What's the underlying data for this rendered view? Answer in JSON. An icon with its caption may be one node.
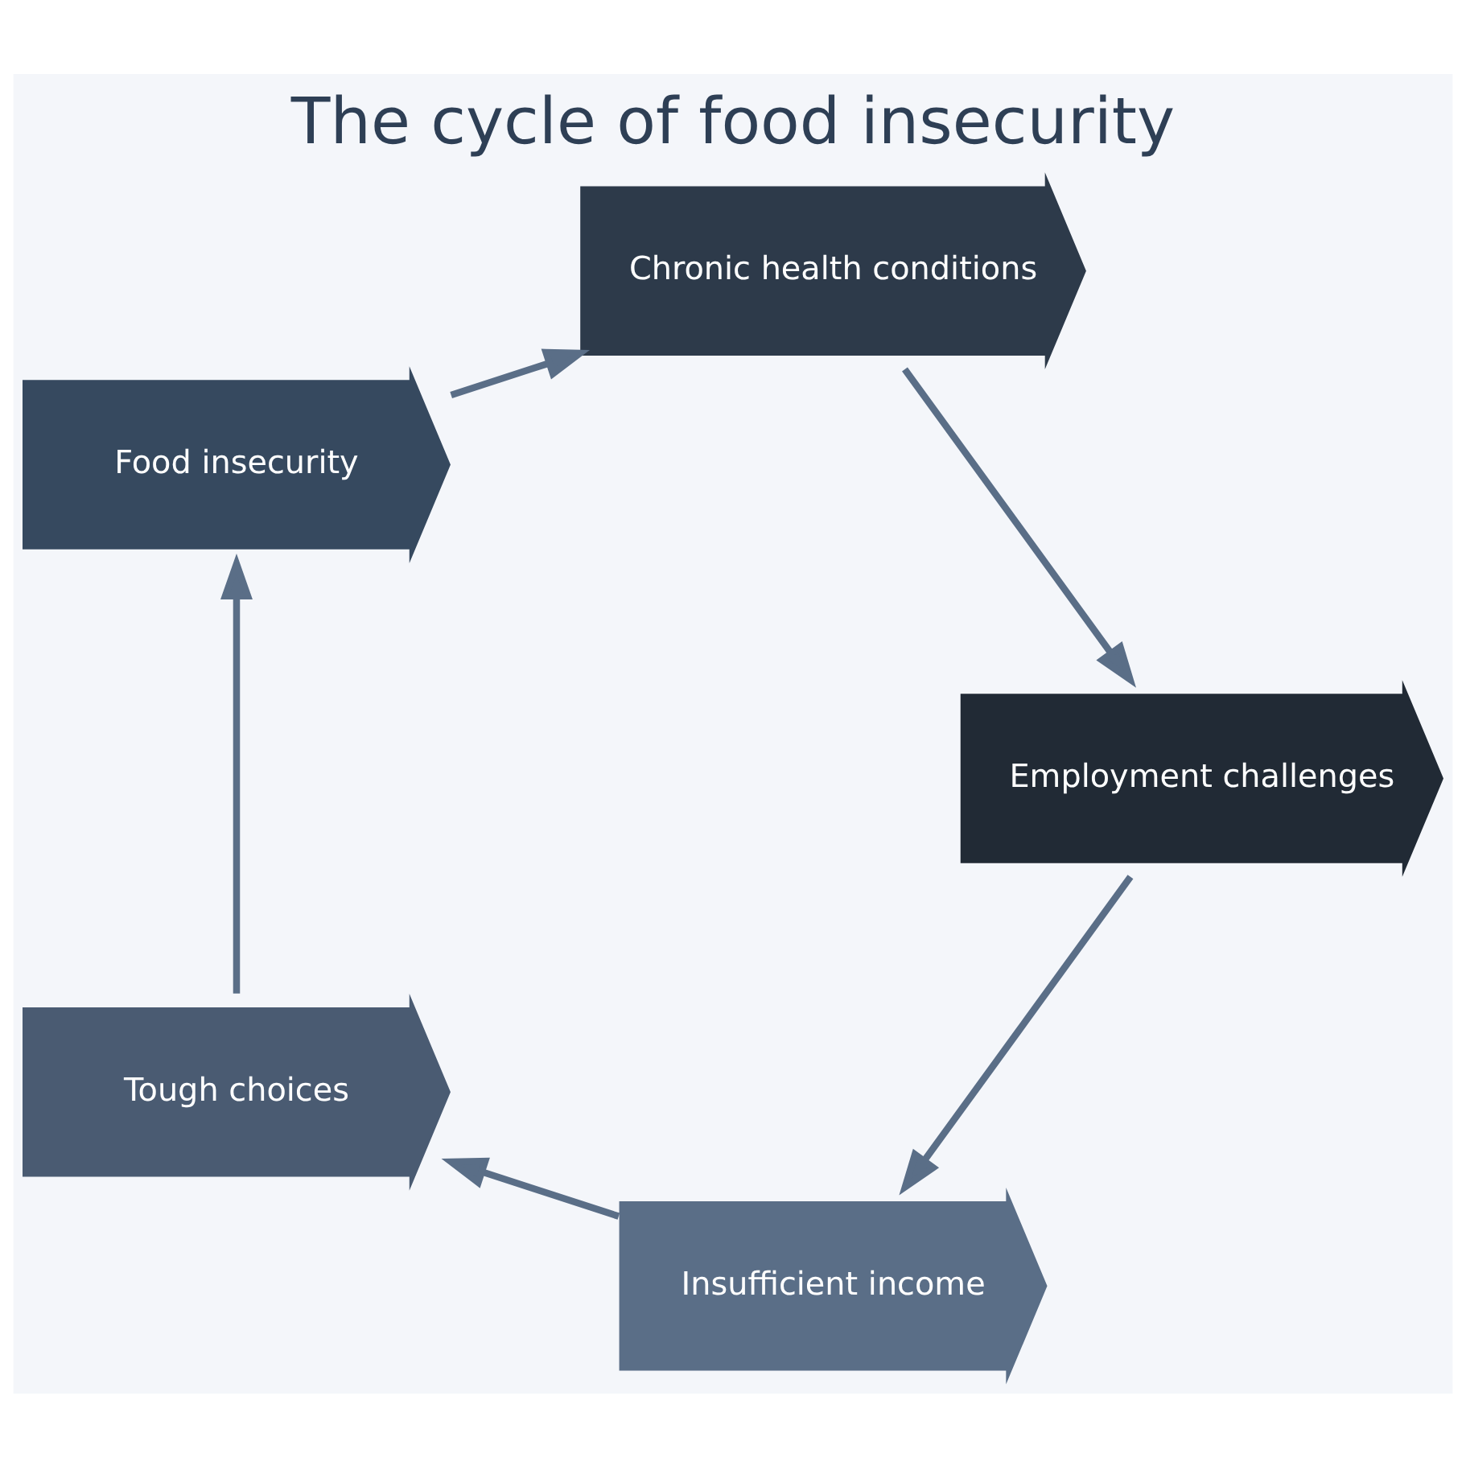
{
  "diagram": {
    "title": "The cycle of food insecurity",
    "nodes": [
      {
        "text": [
          "Insufficient income"
        ]
      },
      {
        "text": [
          "Tough choices"
        ]
      },
      {
        "text": [
          "Food insecurity"
        ]
      },
      {
        "text": [
          "Chronic health conditions"
        ]
      },
      {
        "text": [
          "Employment challenges"
        ]
      }
    ],
    "edges": [
      {
        "from": 0,
        "to": 1,
        "arrow": "to"
      },
      {
        "from": 1,
        "to": 2,
        "arrow": "to"
      },
      {
        "from": 2,
        "to": 3,
        "arrow": "to"
      },
      {
        "from": 3,
        "to": 4,
        "arrow": "to"
      },
      {
        "from": 4,
        "to": 0,
        "arrow": "to"
      }
    ]
  }
}
